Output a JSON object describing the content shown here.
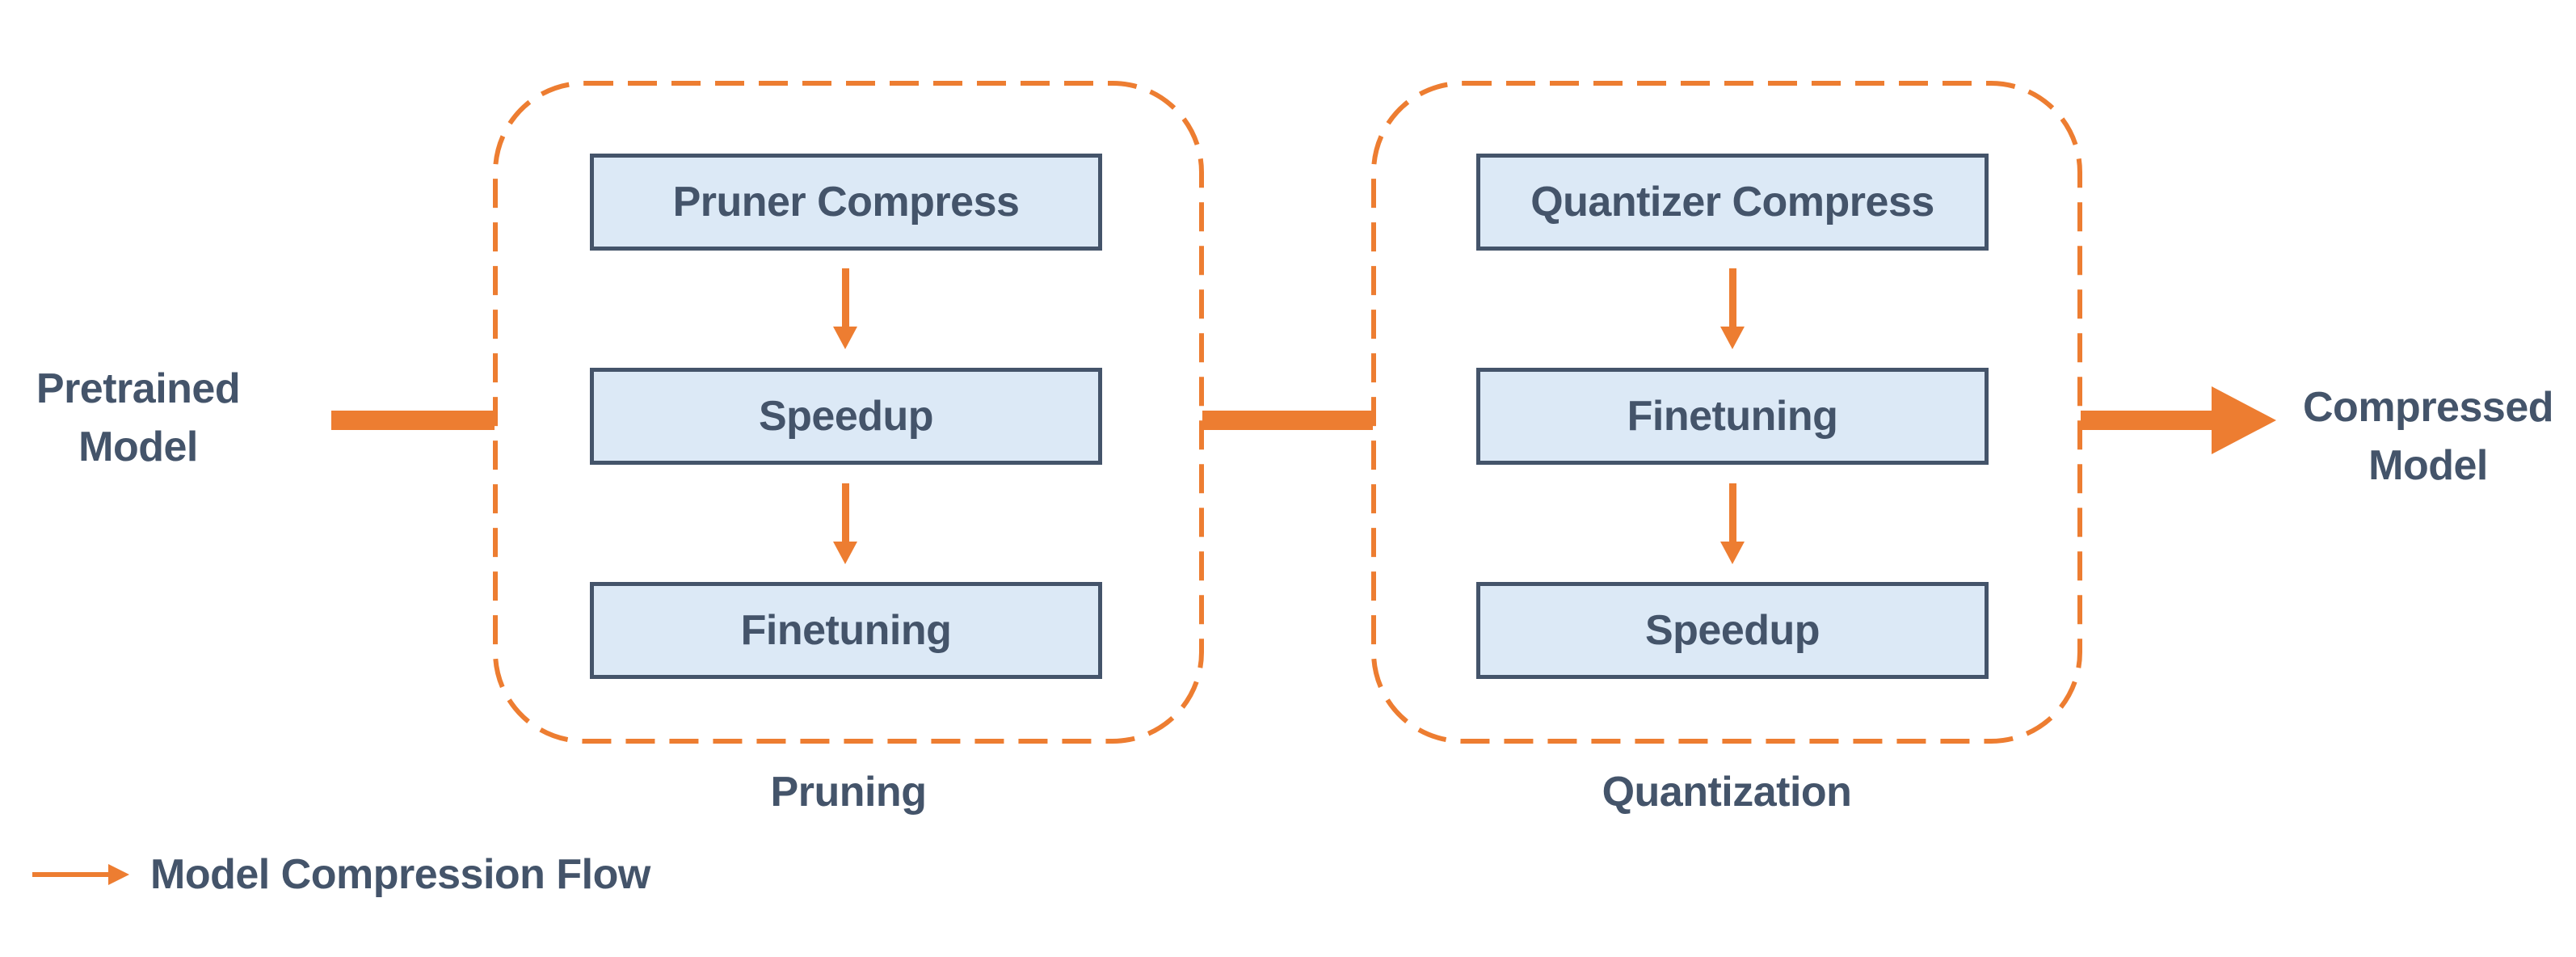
{
  "diagram": {
    "endpoints": {
      "pretrained": {
        "line1": "Pretrained",
        "line2": "Model"
      },
      "compressed": {
        "line1": "Compressed",
        "line2": "Model"
      }
    },
    "groups": [
      {
        "title": "Pruning",
        "steps": [
          "Pruner Compress",
          "Speedup",
          "Finetuning"
        ]
      },
      {
        "title": "Quantization",
        "steps": [
          "Quantizer Compress",
          "Finetuning",
          "Speedup"
        ]
      }
    ],
    "legend": {
      "label": "Model Compression Flow"
    },
    "colors": {
      "flow_orange": "#ED7D31",
      "box_fill": "#DCE9F6",
      "box_border": "#44546A",
      "text": "#44546A",
      "background": "#FFFFFF"
    }
  }
}
